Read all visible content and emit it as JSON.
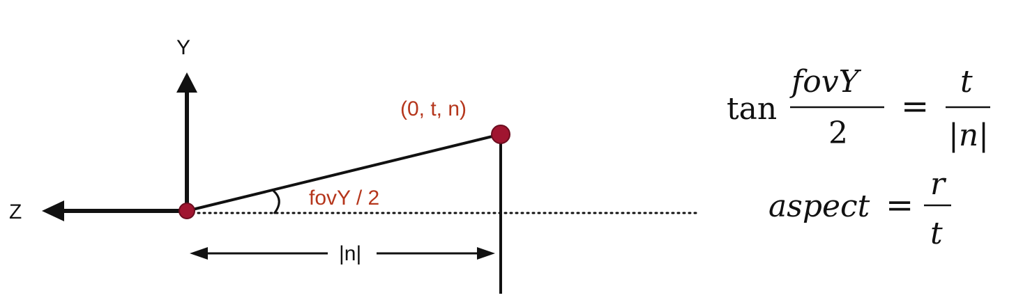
{
  "axes": {
    "y_label": "Y",
    "z_label": "Z"
  },
  "point": {
    "label": "(0, t, n)",
    "color": "#b0192e"
  },
  "angle": {
    "label": "fovY / 2",
    "color": "#b5361c"
  },
  "distance": {
    "label": "|n|"
  },
  "equations": {
    "eq1": {
      "func": "tan",
      "lhs_numerator": "fovY",
      "lhs_denominator": "2",
      "equals": "=",
      "rhs_numerator": "t",
      "rhs_denominator": "|n|"
    },
    "eq2": {
      "lhs": "aspect",
      "equals": "=",
      "rhs_numerator": "r",
      "rhs_denominator": "t"
    }
  }
}
